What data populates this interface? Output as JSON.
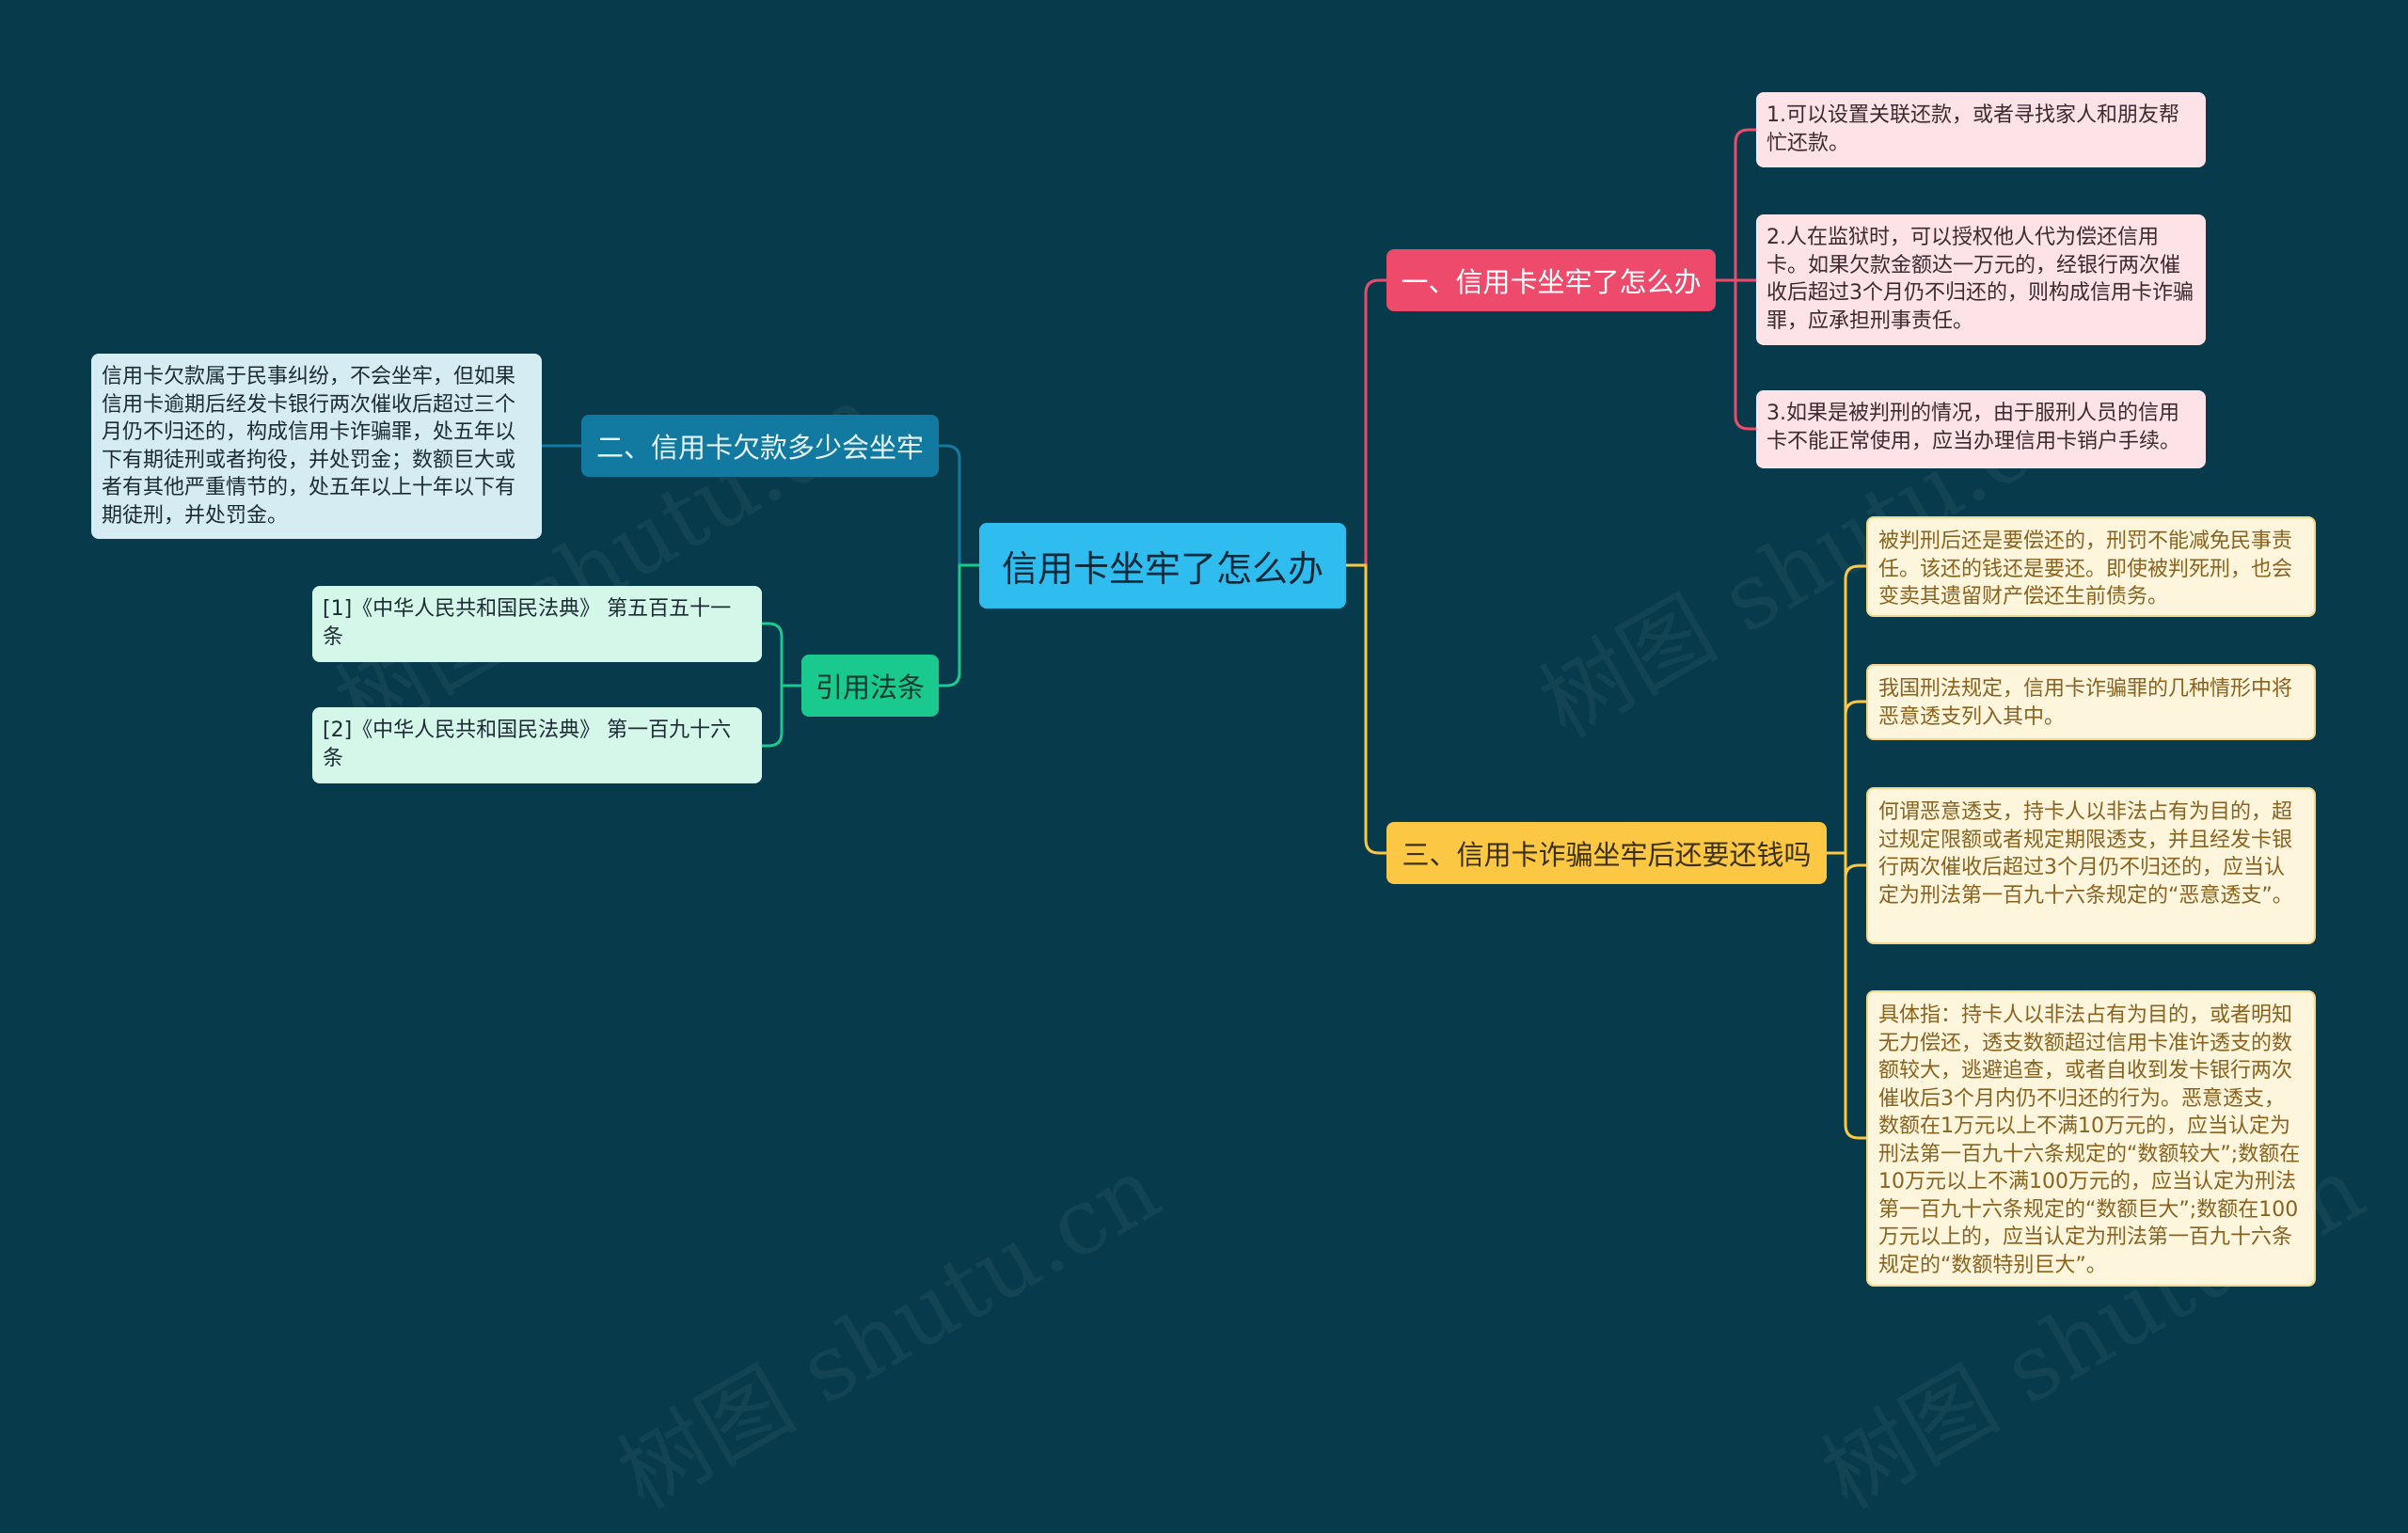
{
  "center": {
    "title": "信用卡坐牢了怎么办"
  },
  "branches": {
    "b1": {
      "label": "一、信用卡坐牢了怎么办"
    },
    "b2": {
      "label": "二、信用卡欠款多少会坐牢"
    },
    "b3": {
      "label": "三、信用卡诈骗坐牢后还要还钱吗"
    },
    "b4": {
      "label": "引用法条"
    }
  },
  "leaves": {
    "b1": [
      "1.可以设置关联还款，或者寻找家人和朋友帮忙还款。",
      "2.人在监狱时，可以授权他人代为偿还信用卡。如果欠款金额达一万元的，经银行两次催收后超过3个月仍不归还的，则构成信用卡诈骗罪，应承担刑事责任。",
      "3.如果是被判刑的情况，由于服刑人员的信用卡不能正常使用，应当办理信用卡销户手续。"
    ],
    "b2": [
      "信用卡欠款属于民事纠纷，不会坐牢，但如果信用卡逾期后经发卡银行两次催收后超过三个月仍不归还的，构成信用卡诈骗罪，处五年以下有期徒刑或者拘役，并处罚金；数额巨大或者有其他严重情节的，处五年以上十年以下有期徒刑，并处罚金。"
    ],
    "b3": [
      "被判刑后还是要偿还的，刑罚不能减免民事责任。该还的钱还是要还。即使被判死刑，也会变卖其遗留财产偿还生前债务。",
      "我国刑法规定，信用卡诈骗罪的几种情形中将恶意透支列入其中。",
      "何谓恶意透支，持卡人以非法占有为目的，超过规定限额或者规定期限透支，并且经发卡银行两次催收后超过3个月仍不归还的，应当认定为刑法第一百九十六条规定的“恶意透支”。",
      "具体指：持卡人以非法占有为目的，或者明知无力偿还，透支数额超过信用卡准许透支的数额较大，逃避追查，或者自收到发卡银行两次催收后3个月内仍不归还的行为。恶意透支，数额在1万元以上不满10万元的，应当认定为刑法第一百九十六条规定的“数额较大”;数额在10万元以上不满100万元的，应当认定为刑法第一百九十六条规定的“数额巨大”;数额在100万元以上的，应当认定为刑法第一百九十六条规定的“数额特别巨大”。"
    ],
    "b4": [
      "[1]《中华人民共和国民法典》 第五百五十一条",
      "[2]《中华人民共和国民法典》 第一百九十六条"
    ]
  },
  "colors": {
    "background": "#073a4b",
    "center": "#2fbdf0",
    "branch1": "#ee4b6c",
    "branch2": "#127aa1",
    "branch3": "#fcc743",
    "branch4": "#19c98e"
  }
}
